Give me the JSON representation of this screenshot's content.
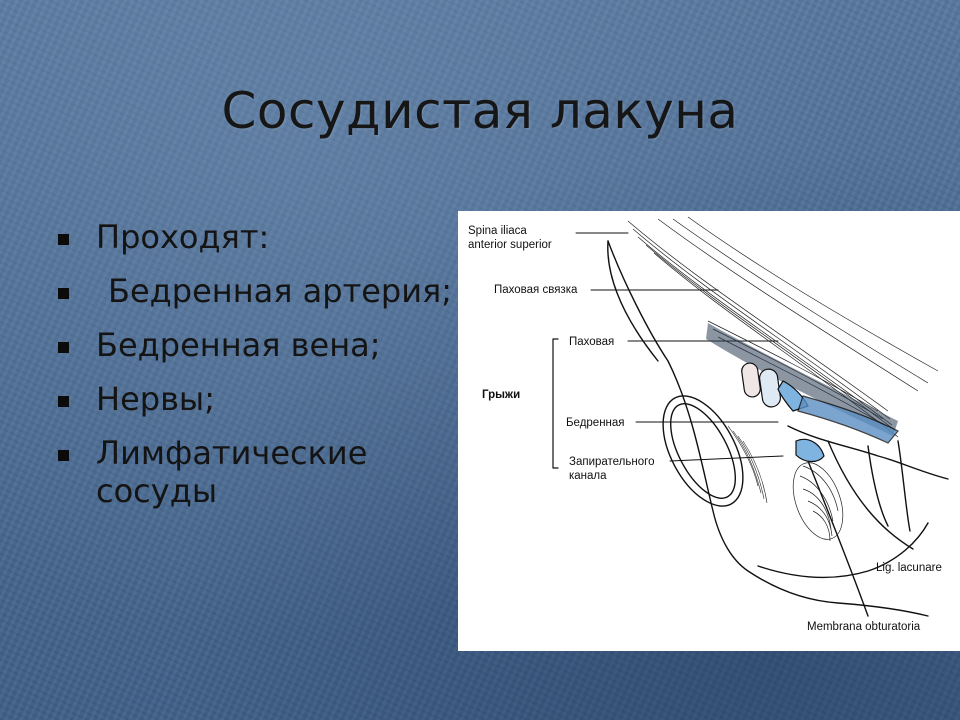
{
  "slide": {
    "title": "Сосудистая лакуна",
    "bullets": [
      "Проходят:",
      "Бедренная артерия;",
      "Бедренная вена;",
      "Нервы;",
      "Лимфатические сосуды"
    ]
  },
  "figure": {
    "labels": {
      "spina_line1": "Spina iliaca",
      "spina_line2": "anterior superior",
      "inguinal_ligament": "Паховая связка",
      "inguinal": "Паховая",
      "hernias": "Грыжи",
      "femoral": "Бедренная",
      "obturator_line1": "Запирательного",
      "obturator_line2": "канала",
      "lig_lacunare": "Lig. lacunare",
      "membrana": "Membrana obturatoria"
    }
  },
  "colors": {
    "background": "#4f6f95",
    "text": "#141414",
    "vessel_blue": "#7fb3e0",
    "figure_bg": "#ffffff"
  }
}
